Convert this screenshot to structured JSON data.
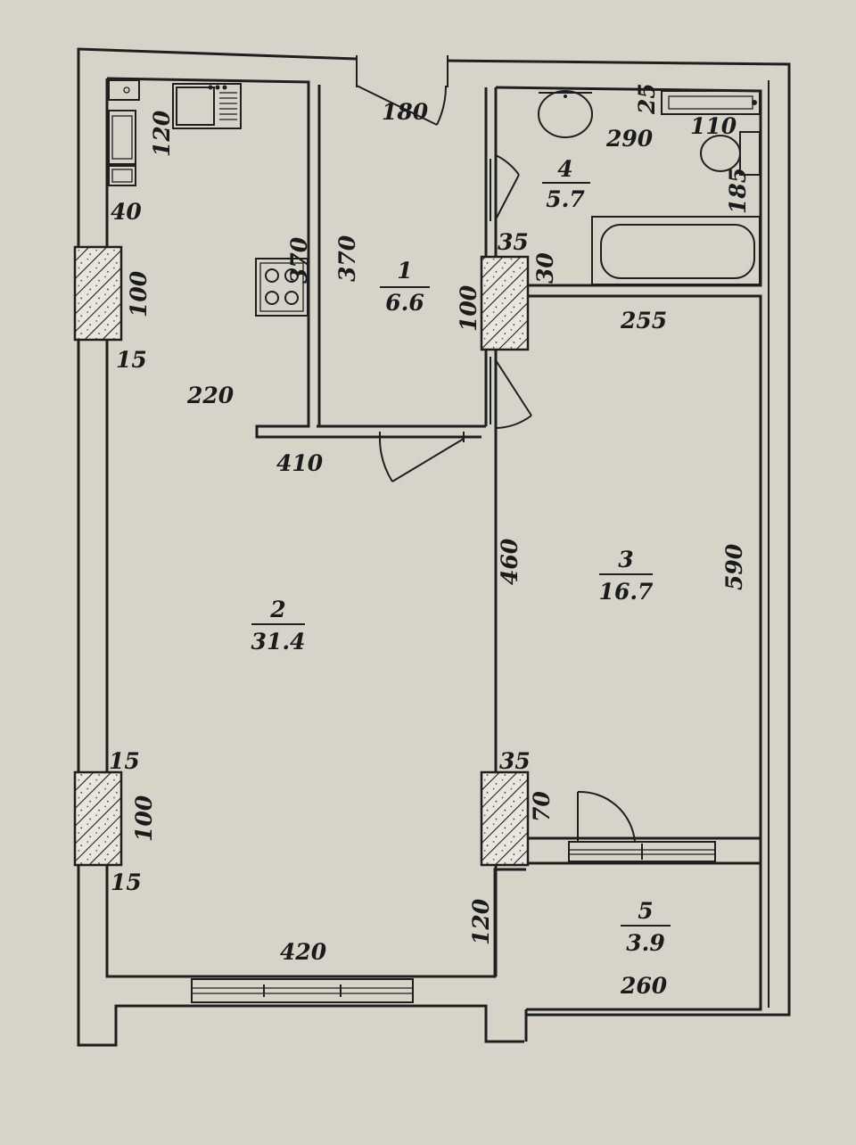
{
  "plan": {
    "rooms": [
      {
        "number": "1",
        "area": "6.6"
      },
      {
        "number": "2",
        "area": "31.4"
      },
      {
        "number": "3",
        "area": "16.7"
      },
      {
        "number": "4",
        "area": "5.7"
      },
      {
        "number": "5",
        "area": "3.9"
      }
    ],
    "dimensions": {
      "kitchen_120": "120",
      "kitchen_40": "40",
      "kitchen_370": "370",
      "hall_180": "180",
      "hall_370": "370",
      "bath_290": "290",
      "bath_110": "110",
      "bath_25": "25",
      "bath_185": "185",
      "bath_35": "35",
      "bath_30": "30",
      "window_left_top": "100",
      "window_left_top_sill": "15",
      "window_mid_100": "100",
      "kitchen_220": "220",
      "partition_410": "410",
      "room3_255": "255",
      "room3_460": "460",
      "room3_590": "590",
      "window_left_bottom_top": "15",
      "window_left_bottom": "100",
      "window_left_bottom_bottom": "15",
      "room3_35": "35",
      "room3_70": "70",
      "living_120": "120",
      "living_420": "420",
      "balcony_260": "260"
    }
  }
}
